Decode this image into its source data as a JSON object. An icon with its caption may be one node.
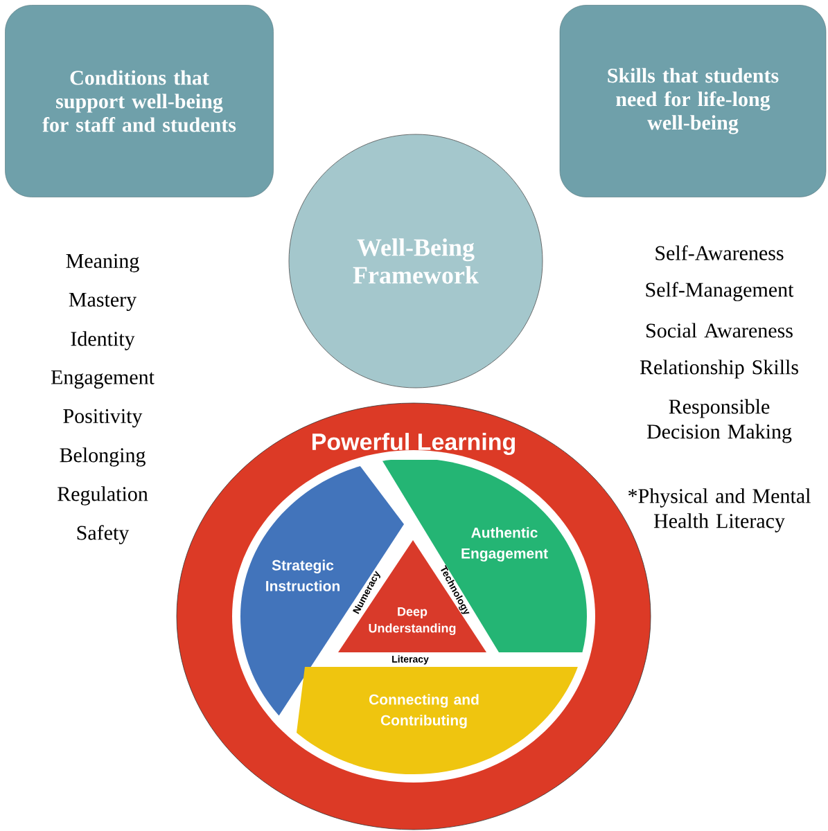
{
  "diagram": {
    "nodes": [
      {
        "text": [
          "Conditions that support well-being for staff and students"
        ]
      },
      {
        "text": [
          "Skills that students need for life-long well-being"
        ]
      },
      {
        "text": [
          "Well-Being Framework"
        ]
      },
      {
        "text": [
          "Powerful Learning"
        ]
      },
      {
        "text": [
          "Strategic Instruction"
        ],
        "in": 3
      },
      {
        "text": [
          "Authentic Engagement"
        ],
        "in": 3
      },
      {
        "text": [
          "Deep Understanding"
        ],
        "in": 3
      },
      {
        "text": [
          "Connecting and Contributing"
        ],
        "in": 3
      }
    ],
    "labels": [
      "Meaning",
      "Mastery",
      "Identity",
      "Engagement",
      "Positivity",
      "Belonging",
      "Regulation",
      "Safety",
      "Self-Awareness",
      "Self-Management",
      "Social Awareness",
      "Relationship Skills",
      "Responsible Decision Making",
      "*Physical and Mental Health Literacy",
      "Numeracy",
      "Technology",
      "Literacy"
    ]
  }
}
